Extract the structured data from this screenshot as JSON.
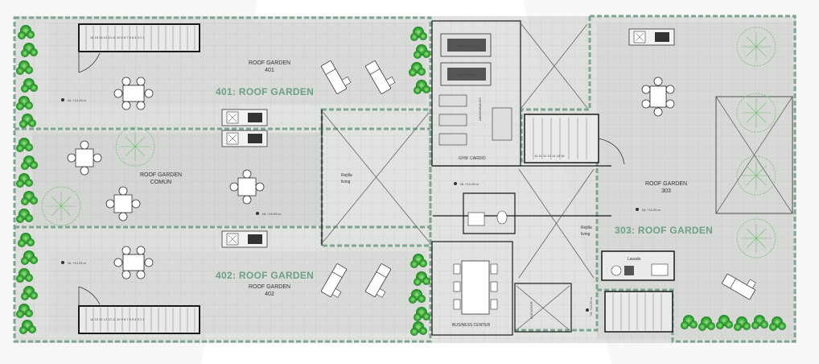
{
  "labels": {
    "roof_401_name": "ROOF GARDEN",
    "roof_401_num": "401",
    "roof_401_zone": "401: ROOF GARDEN",
    "roof_common_name": "ROOF GARDEN",
    "roof_common_sub": "COMÚN",
    "roof_402_zone": "402: ROOF GARDEN",
    "roof_402_name": "ROOF GARDEN",
    "roof_402_num": "402",
    "roof_303_name": "ROOF GARDEN",
    "roof_303_num": "303",
    "roof_303_zone": "303: ROOF GARDEN",
    "gym": "GYM: CARDIO",
    "rejilla_1": "Rejilla",
    "rejilla_1b": "living",
    "rejilla_2": "Rejilla",
    "rejilla_2b": "living",
    "business": "BUSINESS CENTER",
    "lavado": "Lavado",
    "elevador": "ELEVADOR",
    "treadmill": "Pierre Flawless",
    "weights": "ABDOMINALES",
    "stair_nums": "16 15 14 13 12 11 10 9 8 7 6 5 4 3 2 1",
    "stair_nums_303": "16 11 12 13 14 15 16"
  },
  "levels": {
    "nl_401": "NL +13.25 m",
    "nl_common": "NL +13.25 m",
    "nl_402": "NL +13.25 m",
    "nl_hall": "NL +13.25 m",
    "nl_303": "NL +13.25 m",
    "nl_elev": "NL +13.25 m"
  },
  "colors": {
    "floor": "#c9ccc9",
    "deck": "#d8dbd8",
    "wall": "#1a1a1a",
    "boundary": "#7fa592",
    "green": "#3fae3a",
    "zone_text": "#6f9f88"
  }
}
